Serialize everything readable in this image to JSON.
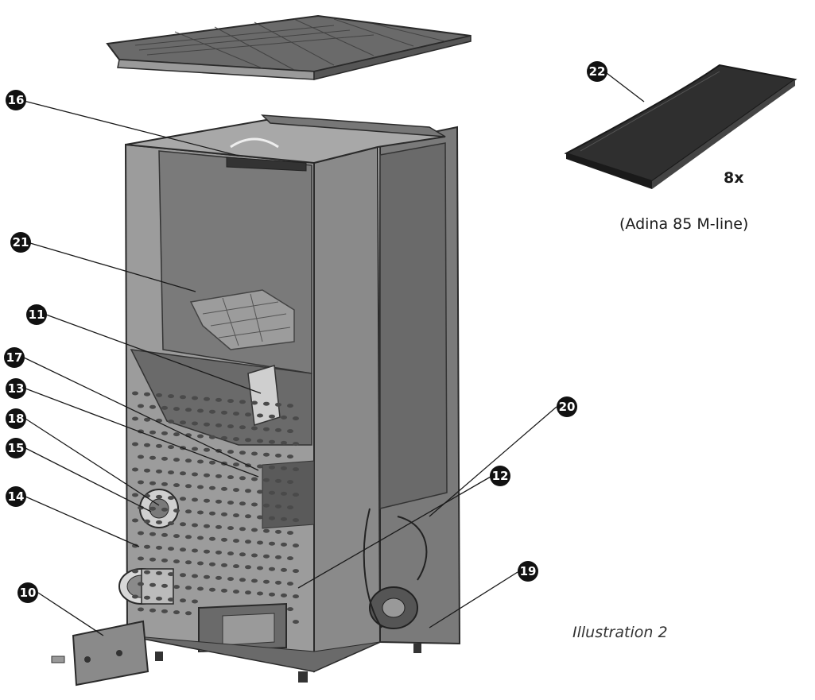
{
  "callouts": [
    {
      "label": "16"
    },
    {
      "label": "21"
    },
    {
      "label": "11"
    },
    {
      "label": "17"
    },
    {
      "label": "13"
    },
    {
      "label": "18"
    },
    {
      "label": "15"
    },
    {
      "label": "14"
    },
    {
      "label": "10"
    },
    {
      "label": "20"
    },
    {
      "label": "12"
    },
    {
      "label": "19"
    },
    {
      "label": "22"
    }
  ],
  "inset": {
    "quantity": "8x",
    "model": "(Adina 85 M-line)"
  },
  "caption": "Illustration 2",
  "colors": {
    "panel_dark": "#6f6f6f",
    "panel_mid": "#8c8c8c",
    "panel_light": "#b5b5b5",
    "outline": "#2a2a2a",
    "callout_fill": "#111111"
  }
}
